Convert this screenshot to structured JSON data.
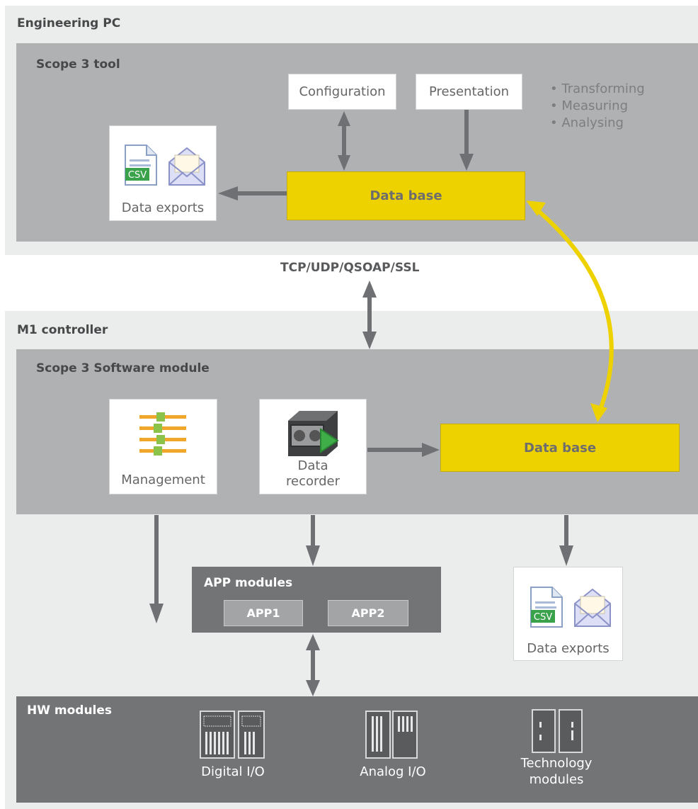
{
  "engineering_pc": {
    "title": "Engineering PC",
    "scope_tool": {
      "title": "Scope 3 tool",
      "configuration": "Configuration",
      "presentation": "Presentation",
      "bullets": [
        "Transforming",
        "Measuring",
        "Analysing"
      ],
      "data_base": "Data base",
      "data_exports": "Data exports",
      "csv_label": "CSV"
    }
  },
  "protocol_label": "TCP/UDP/QSOAP/SSL",
  "m1_controller": {
    "title": "M1 controller",
    "software_module": {
      "title": "Scope 3 Software module",
      "management": "Management",
      "data_recorder_line1": "Data",
      "data_recorder_line2": "recorder",
      "data_base": "Data base"
    },
    "app_modules": {
      "title": "APP modules",
      "app1": "APP1",
      "app2": "APP2"
    },
    "data_exports": "Data exports",
    "csv_label": "CSV",
    "hw_modules": {
      "title": "HW modules",
      "digital": "Digital I/O",
      "analog": "Analog I/O",
      "technology_line1": "Technology",
      "technology_line2": "modules"
    }
  },
  "colors": {
    "light_zone": "#ebecec",
    "mid_zone": "#b0b1b3",
    "dark_zone": "#737476",
    "database_yellow": "#eed200",
    "arrow_gray": "#6f7073",
    "sync_arrow_yellow": "#eed200"
  }
}
